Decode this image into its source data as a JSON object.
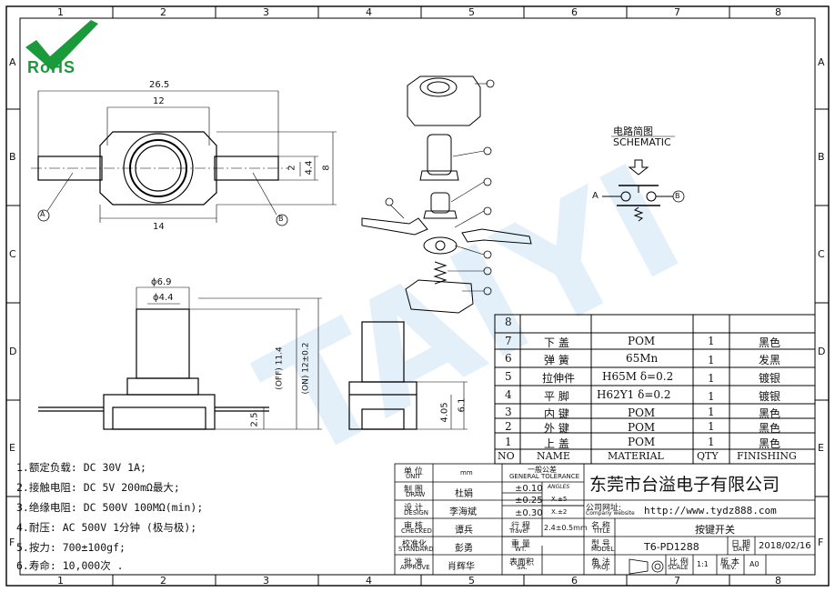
{
  "frame": {
    "col_labels": [
      "1",
      "2",
      "3",
      "4",
      "5",
      "6",
      "7",
      "8"
    ],
    "row_labels": [
      "A",
      "B",
      "C",
      "D",
      "E",
      "F"
    ]
  },
  "logo": {
    "text": "RoHS",
    "color": "#1a9a3a",
    "mark": "checkmark-icon"
  },
  "top_view": {
    "dim_overall": "26.5",
    "dim_inner": "12",
    "dim_bottom": "14",
    "dim_right_small": "2",
    "dim_right_mid": "4.4",
    "dim_right_big": "8",
    "terminal_a": "A",
    "terminal_b": "B"
  },
  "side_view": {
    "dim_dia_outer": "ϕ6.9",
    "dim_dia_inner": "ϕ4.4",
    "dim_off": "(OFF) 11.4",
    "dim_on": "(ON) 12±0.2",
    "dim_base": "2.5"
  },
  "end_view": {
    "dim_a": "4.05",
    "dim_b": "6.1"
  },
  "schematic": {
    "title_cn": "电路简图",
    "title_en": "SCHEMATIC",
    "a": "A",
    "b": "B"
  },
  "watermark": "TAIYI",
  "bom": {
    "header": {
      "no": "NO",
      "name": "NAME",
      "material": "MATERIAL",
      "qty": "QTY",
      "finishing": "FINISHING"
    },
    "rows": [
      {
        "no": "8",
        "name": "",
        "material": "",
        "qty": "",
        "finishing": ""
      },
      {
        "no": "7",
        "name": "下 盖",
        "material": "POM",
        "qty": "1",
        "finishing": "黑色"
      },
      {
        "no": "6",
        "name": "弹 簧",
        "material": "65Mn",
        "qty": "1",
        "finishing": "发黑"
      },
      {
        "no": "5",
        "name": "拉伸件",
        "material": "H65M δ=0.2",
        "qty": "1",
        "finishing": "镀银"
      },
      {
        "no": "4",
        "name": "平 脚",
        "material": "H62Y1 δ=0.2",
        "qty": "1",
        "finishing": "镀银"
      },
      {
        "no": "3",
        "name": "内 键",
        "material": "POM",
        "qty": "1",
        "finishing": "黑色"
      },
      {
        "no": "2",
        "name": "外 键",
        "material": "POM",
        "qty": "1",
        "finishing": "黑色"
      },
      {
        "no": "1",
        "name": "上 盖",
        "material": "POM",
        "qty": "1",
        "finishing": "黑色"
      }
    ]
  },
  "specs": [
    "1.额定负载: DC 30V 1A;",
    "2.接触电阻: DC 5V  200mΩ最大;",
    "3.绝缘电阻: DC  500V 100MΩ(min);",
    "4.耐压: AC 500V 1分钟 (极与极);",
    "5.按力: 700±100gf;",
    "6.寿命: 10,000次 ."
  ],
  "title_block": {
    "unit_cn": "单 位",
    "unit_en": "UNIT",
    "unit_val": "mm",
    "gen_tol_cn": "一般公差",
    "gen_tol_en": "GENERAL TOLERANCE",
    "tol1": "±0.10",
    "angles": "ANGLES",
    "tol2": "±0.25",
    "tol2b": "X.±5",
    "tol3": "±0.30",
    "tol3b": "X.±2",
    "draw_cn": "制 图",
    "draw_en": "DRAW",
    "draw_val": "杜娟",
    "design_cn": "设 计",
    "design_en": "DESIGN",
    "design_val": "李海斌",
    "check_cn": "审 核",
    "check_en": "CHECKED",
    "check_val": "谭兵",
    "std_cn": "校准化",
    "std_en": "STANDARD",
    "std_val": "彭勇",
    "approve_cn": "批 准",
    "approve_en": "APPROVE",
    "approve_val": "肖辉华",
    "travel_cn": "行 程",
    "travel_en": "Travel",
    "travel_val": "2.4±0.5mm",
    "weight_cn": "重 量",
    "weight_en": "WT.",
    "surface_cn": "表面积",
    "surface_en": "SA.",
    "company": "东莞市台溢电子有限公司",
    "website_cn": "公司网址:",
    "website_en": "Company website",
    "website": "http://www.tydz888.com",
    "title_cn": "名 称",
    "title_en": "TITLE",
    "title_val": "按键开关",
    "model_cn": "型 号",
    "model_en": "MODEL",
    "model_val": "T6-PD1288",
    "date_cn": "日 期",
    "date_en": "DATE",
    "date_val": "2018/02/16",
    "proj_cn": "角 法",
    "proj_en": "PROJ.",
    "scale_cn": "比 例",
    "scale_en": "SCALE",
    "scale_val": "1:1",
    "rev_cn": "版 本",
    "rev_en": "REV.",
    "rev_val": "A0"
  }
}
